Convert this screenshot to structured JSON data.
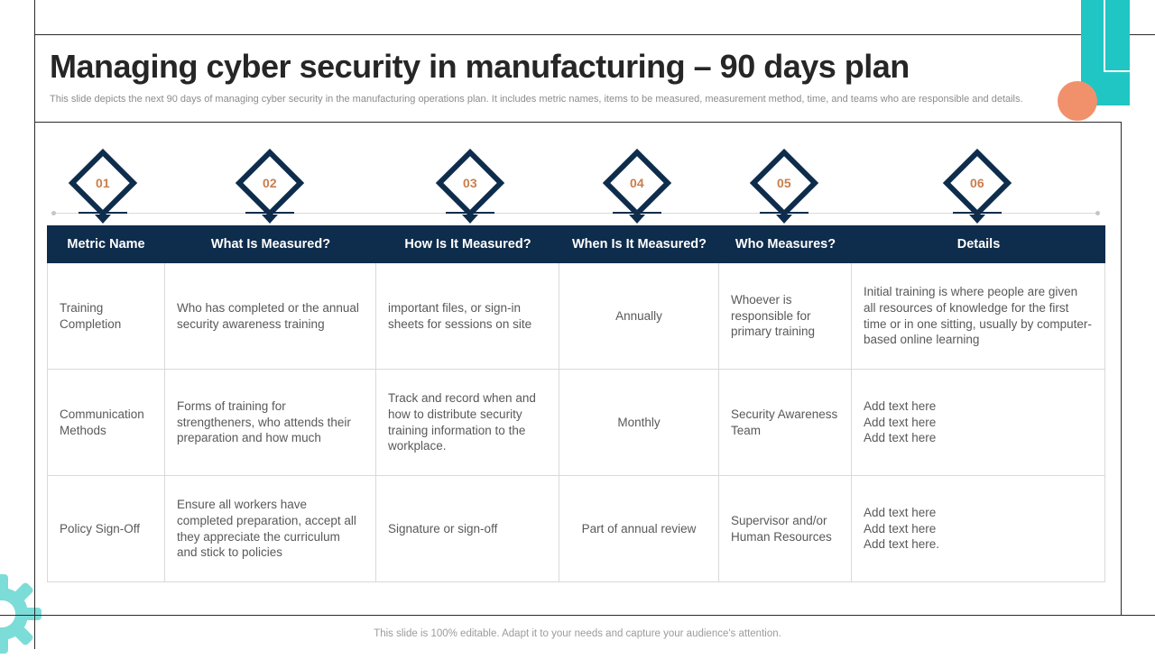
{
  "slide": {
    "title": "Managing cyber security in manufacturing – 90 days plan",
    "subtitle": "This slide depicts the next 90 days of managing cyber security in the manufacturing operations plan. It includes metric names, items to be measured, measurement method, time, and teams who are responsible and details.",
    "footer": "This slide is 100% editable. Adapt it to your needs and capture your audience's attention."
  },
  "milestones": [
    "01",
    "02",
    "03",
    "04",
    "05",
    "06"
  ],
  "table": {
    "columns": [
      "Metric Name",
      "What Is Measured?",
      "How Is It Measured?",
      "When Is It Measured?",
      "Who Measures?",
      "Details"
    ],
    "rows": [
      {
        "metric_name": "Training Completion",
        "what_is_measured": "Who has completed or the annual security awareness training",
        "how_is_it_measured": "important files, or sign-in sheets for sessions on site",
        "when_is_it_measured": "Annually",
        "who_measures": "Whoever is responsible for primary training",
        "details": "Initial training is where people are given all resources of knowledge for the first time or in one sitting, usually by computer-based online learning"
      },
      {
        "metric_name": "Communication Methods",
        "what_is_measured": "Forms of training for strengtheners, who attends their preparation and how much",
        "how_is_it_measured": "Track and record when and how to distribute security training information to the workplace.",
        "when_is_it_measured": "Monthly",
        "who_measures": "Security Awareness Team",
        "details": "Add text here\nAdd text here\nAdd text here"
      },
      {
        "metric_name": "Policy Sign-Off",
        "what_is_measured": "Ensure all workers have completed preparation, accept all they appreciate the curriculum and stick to policies",
        "how_is_it_measured": "Signature or sign-off",
        "when_is_it_measured": "Part of annual review",
        "who_measures": "Supervisor and/or Human Resources",
        "details": "Add text here\nAdd text here\nAdd text here."
      }
    ]
  },
  "colors": {
    "navy": "#0e2c4b",
    "teal_accent": "#1fc6c4",
    "gear_teal": "#7cdcd8",
    "orange_circle": "#f0916c",
    "number_orange": "#c87e4e",
    "body_text": "#595959"
  }
}
